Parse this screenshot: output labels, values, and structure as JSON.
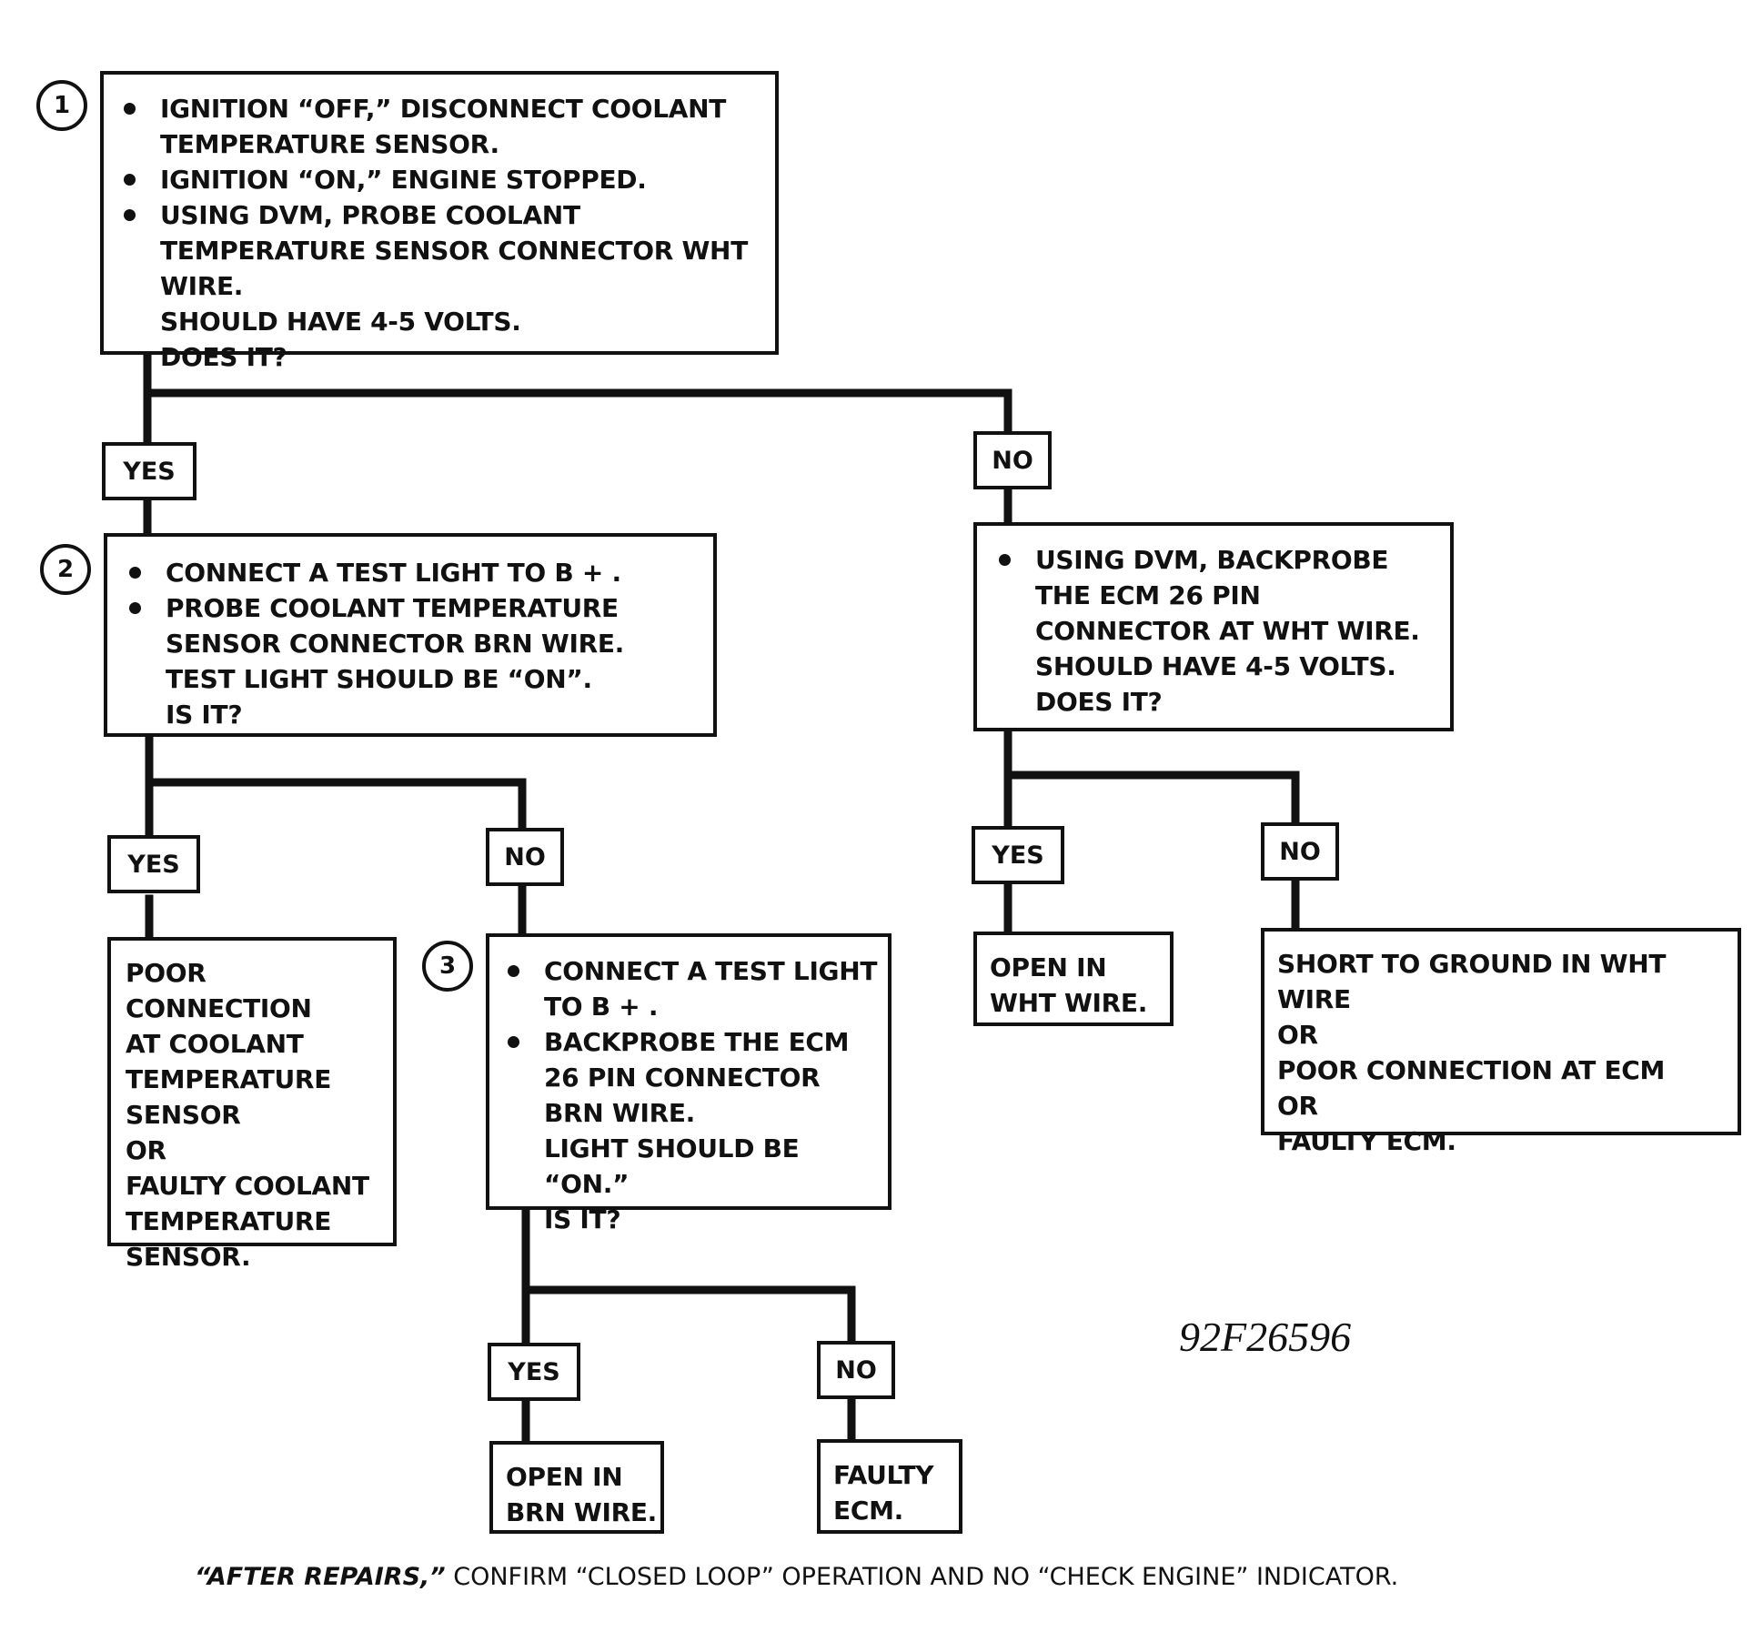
{
  "steps": {
    "s1": {
      "number": "1",
      "bullets": [
        "IGNITION “OFF,” DISCONNECT COOLANT TEMPERATURE SENSOR.",
        "IGNITION “ON,” ENGINE STOPPED.",
        "USING DVM, PROBE COOLANT TEMPERATURE SENSOR CONNECTOR WHT WIRE."
      ],
      "lines": [
        "SHOULD HAVE 4-5 VOLTS.",
        "DOES IT?"
      ]
    },
    "s2": {
      "number": "2",
      "bullets": [
        "CONNECT A TEST LIGHT TO B + .",
        "PROBE COOLANT TEMPERATURE SENSOR CONNECTOR BRN WIRE."
      ],
      "lines": [
        "TEST LIGHT SHOULD BE “ON”.",
        "IS IT?"
      ]
    },
    "s3": {
      "number": "3",
      "bullets": [
        "CONNECT A TEST LIGHT TO B + .",
        "BACKPROBE THE ECM 26 PIN CONNECTOR BRN WIRE."
      ],
      "lines": [
        "LIGHT SHOULD BE “ON.”",
        "IS IT?"
      ]
    },
    "s4": {
      "bullets": [
        "USING DVM, BACKPROBE THE ECM 26 PIN CONNECTOR AT WHT WIRE."
      ],
      "lines": [
        "SHOULD HAVE 4-5 VOLTS.",
        "DOES IT?"
      ]
    }
  },
  "answers": {
    "yes": "YES",
    "no": "NO"
  },
  "results": {
    "r_poor_sensor": [
      "POOR CONNECTION",
      "AT COOLANT",
      "TEMPERATURE",
      "SENSOR",
      "OR",
      "FAULTY COOLANT",
      "TEMPERATURE",
      "SENSOR."
    ],
    "r_open_brn": [
      "OPEN IN",
      "BRN WIRE."
    ],
    "r_faulty_ecm": [
      "FAULTY",
      "ECM."
    ],
    "r_open_wht": [
      "OPEN IN",
      "WHT WIRE."
    ],
    "r_short": [
      "SHORT TO GROUND IN WHT WIRE",
      "OR",
      "POOR CONNECTION AT ECM",
      "OR",
      "FAULTY ECM."
    ]
  },
  "figure_id": "92F26596",
  "footnote": {
    "emphasis": "“AFTER REPAIRS,”",
    "rest": " CONFIRM “CLOSED LOOP” OPERATION AND NO “CHECK ENGINE” INDICATOR."
  }
}
